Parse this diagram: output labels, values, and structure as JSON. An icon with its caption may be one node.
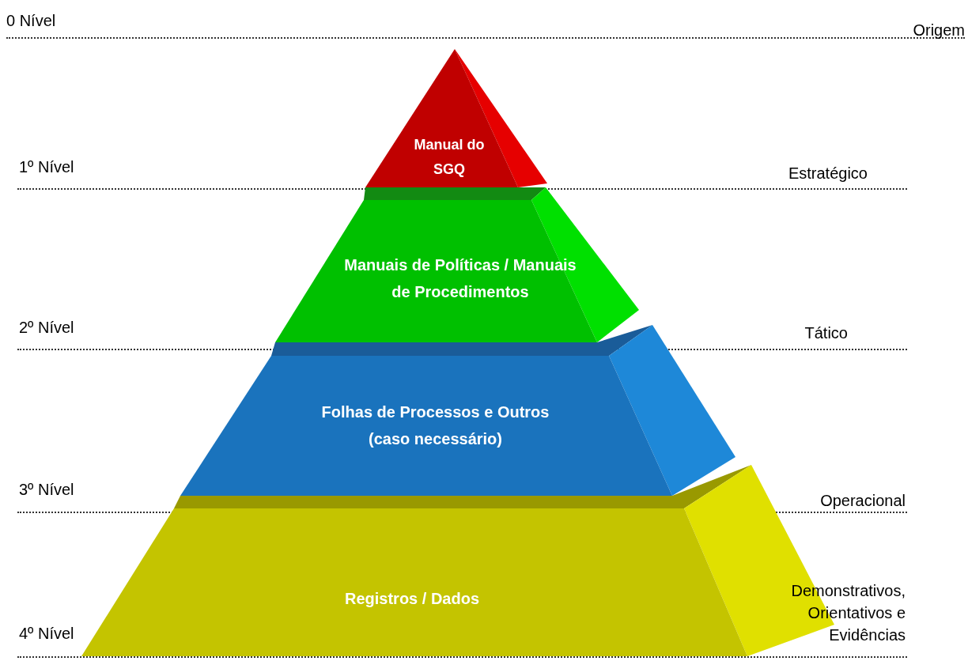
{
  "diagram": {
    "nodes": [
      {
        "text": [
          "Manual do SGQ"
        ]
      },
      {
        "text": [
          "Manuais de Políticas / Manuais de Procedimentos"
        ]
      },
      {
        "text": [
          "Folhas de Processos e Outros (caso necessário)"
        ]
      },
      {
        "text": [
          "Registros / Dados"
        ]
      }
    ],
    "labels": [
      "0 Nível",
      "Origem",
      "1º Nível",
      "Estratégico",
      "2º Nível",
      "Tático",
      "3º Nível",
      "Operacional",
      "Demonstrativos, Orientativos e Evidências",
      "4º Nível"
    ]
  }
}
